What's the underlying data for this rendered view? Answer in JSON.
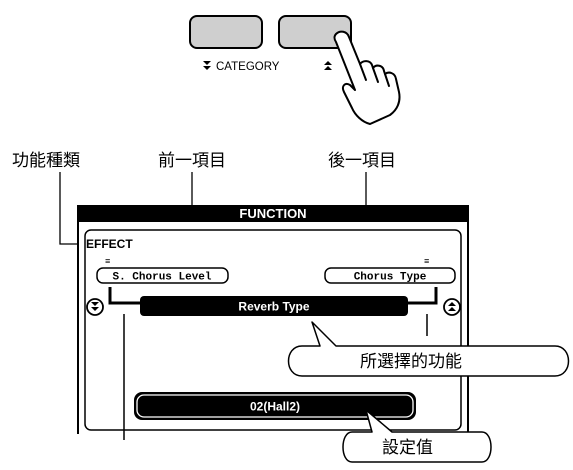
{
  "buttons": {
    "category_label": "CATEGORY",
    "down_glyph": "⮇",
    "up_glyph": "⮅"
  },
  "callouts": {
    "function_type": "功能種類",
    "previous_item": "前一項目",
    "next_item": "後一項目",
    "selected_function": "所選擇的功能",
    "setting_value": "設定值"
  },
  "lcd": {
    "header": "FUNCTION",
    "category": "EFFECT",
    "previous_item": "S. Chorus Level",
    "next_item": "Chorus Type",
    "current_function": "Reverb Type",
    "value": "02(Hall2)",
    "tick_mark": "≡"
  },
  "icons": {
    "hand": "pointing-hand-icon",
    "down": "double-chevron-down-icon",
    "up": "double-chevron-up-icon"
  }
}
